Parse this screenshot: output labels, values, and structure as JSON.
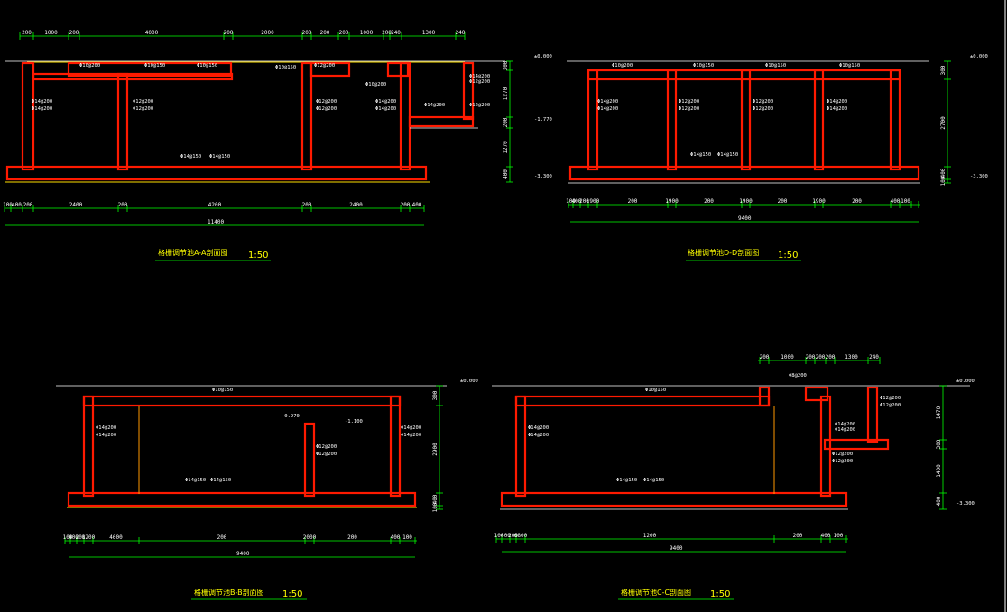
{
  "drawing": {
    "colors": {
      "background": "#000000",
      "rebar": "#ff1a00",
      "concrete": "#ff9900",
      "dimension": "#00ff00",
      "text": "#ffffff",
      "title": "#ffff00"
    },
    "section_aa": {
      "title": "格栅调节池A-A剖面图",
      "scale": "1:50",
      "top_dims": [
        "200",
        "1000",
        "200",
        "4000",
        "200",
        "2000",
        "200",
        "200",
        "200",
        "1000",
        "200",
        "240",
        "1300",
        "240"
      ],
      "bottom_dims": [
        "100",
        "400",
        "200",
        "2400",
        "200",
        "4200",
        "200",
        "2400",
        "200",
        "400"
      ],
      "total": "11400",
      "elev_top": "±0.000",
      "elev_mid": "-1.770",
      "elev_bot": "-3.300",
      "right_dims": [
        "300",
        "1270",
        "200",
        "1270",
        "400"
      ],
      "notes": [
        "Φ10@200",
        "Φ10@150",
        "Φ10@150",
        "Φ10@150",
        "Φ12@200",
        "Φ14@200",
        "Φ14@200",
        "Φ12@200",
        "Φ12@200",
        "Φ14@150",
        "Φ14@150",
        "Φ12@200",
        "Φ12@200",
        "Φ14@200",
        "Φ14@200",
        "Φ14@200",
        "Φ14@200",
        "Φ12@200",
        "Φ12@200",
        "Φ10@200"
      ]
    },
    "section_dd": {
      "title": "格栅调节池D-D剖面图",
      "scale": "1:50",
      "bottom_dims": [
        "100",
        "400",
        "200",
        "1900",
        "200",
        "1900",
        "200",
        "1900",
        "200",
        "1900",
        "200",
        "400",
        "100"
      ],
      "total": "9400",
      "elev_top": "±0.000",
      "elev_bot": "-3.300",
      "right_dims": [
        "300",
        "2700",
        "400",
        "100"
      ],
      "notes": [
        "Φ10@200",
        "Φ10@150",
        "Φ10@150",
        "Φ10@150",
        "Φ14@200",
        "Φ14@200",
        "Φ12@200",
        "Φ12@200",
        "Φ12@200",
        "Φ12@200",
        "Φ14@200",
        "Φ14@200",
        "Φ14@150",
        "Φ14@150"
      ]
    },
    "section_bb": {
      "title": "格栅调节池B-B剖面图",
      "scale": "1:50",
      "bottom_dims": [
        "100",
        "400",
        "200",
        "1200",
        "4600",
        "200",
        "2000",
        "200",
        "400",
        "100"
      ],
      "total": "9400",
      "elev_top": "±0.000",
      "elev_a": "-0.970",
      "elev_b": "-1.100",
      "right_dims": [
        "300",
        "2900",
        "400",
        "100"
      ],
      "notes": [
        "Φ10@150",
        "Φ14@200",
        "Φ14@200",
        "Φ12@200",
        "Φ12@200",
        "Φ14@200",
        "Φ14@200",
        "Φ14@150",
        "Φ14@150"
      ]
    },
    "section_cc": {
      "title": "格栅调节池C-C剖面图",
      "scale": "1:50",
      "top_dims": [
        "200",
        "1000",
        "200",
        "200",
        "200",
        "1300",
        "240"
      ],
      "bottom_dims": [
        "100",
        "400",
        "200",
        "6800",
        "1200",
        "200",
        "400",
        "100"
      ],
      "total": "9400",
      "elev_top": "±0.000",
      "elev_bot": "-3.300",
      "right_dims": [
        "1470",
        "300",
        "1400",
        "400"
      ],
      "notes": [
        "Φ10@150",
        "Φ14@200",
        "Φ14@200",
        "Φ14@150",
        "Φ14@150",
        "Φ12@200",
        "Φ12@200",
        "Φ12@200",
        "Φ12@200",
        "Φ14@200",
        "Φ14@200",
        "Φ8@200"
      ]
    }
  }
}
